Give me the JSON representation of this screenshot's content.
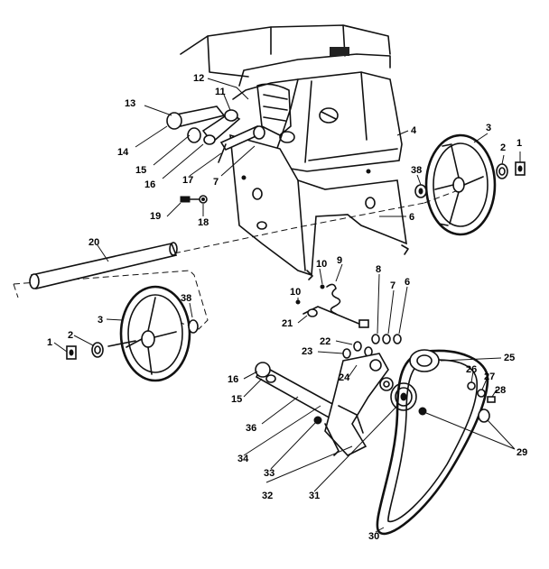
{
  "callouts": {
    "c1a": "1",
    "c2a": "2",
    "c3a": "3",
    "c4": "4",
    "c6a": "6",
    "c38a": "38",
    "c13": "13",
    "c12": "12",
    "c11": "11",
    "c14": "14",
    "c15a": "15",
    "c16a": "16",
    "c17": "17",
    "c7a": "7",
    "c19": "19",
    "c18": "18",
    "c20": "20",
    "c10a": "10",
    "c9": "9",
    "c10b": "10",
    "c8": "8",
    "c7b": "7",
    "c6b": "6",
    "c21": "21",
    "c22": "22",
    "c23": "23",
    "c24": "24",
    "c25": "25",
    "c26": "26",
    "c27": "27",
    "c28": "28",
    "c29": "29",
    "c30": "30",
    "c31": "31",
    "c32": "32",
    "c33": "33",
    "c34": "34",
    "c36": "36",
    "c16b": "16",
    "c15b": "15",
    "c3b": "3",
    "c38b": "38",
    "c2b": "2",
    "c1b": "1"
  }
}
